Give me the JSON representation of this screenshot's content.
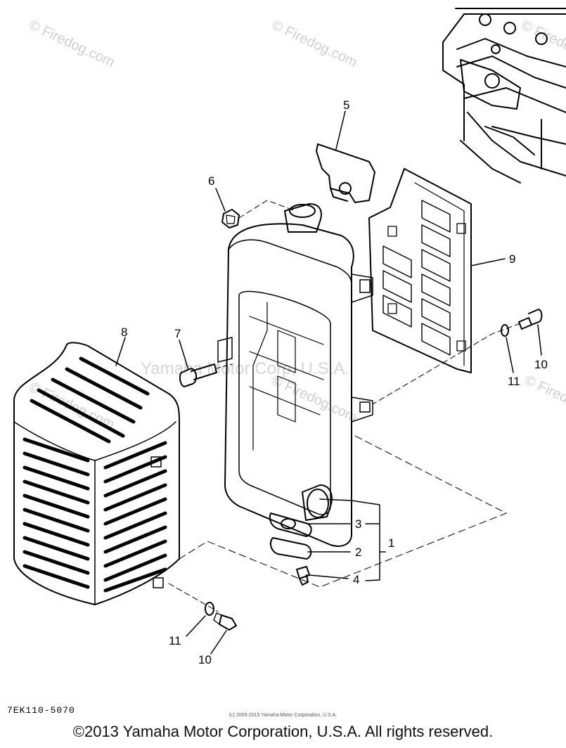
{
  "watermarks": {
    "site": "© Firedog.com",
    "corp": "Yamaha Motor Corp, U.S.A."
  },
  "callouts": {
    "c1": "1",
    "c2": "2",
    "c3": "3",
    "c4": "4",
    "c5": "5",
    "c6": "6",
    "c7": "7",
    "c8": "8",
    "c9": "9",
    "c10a": "10",
    "c11a": "11",
    "c10b": "10",
    "c11b": "11"
  },
  "part_number": "7EK110-5070",
  "small_copyright": "(c) 2005-2015 Yamaha Motor Corporation, U.S.A.",
  "copyright": "©2013 Yamaha Motor Corporation, U.S.A. All rights reserved."
}
